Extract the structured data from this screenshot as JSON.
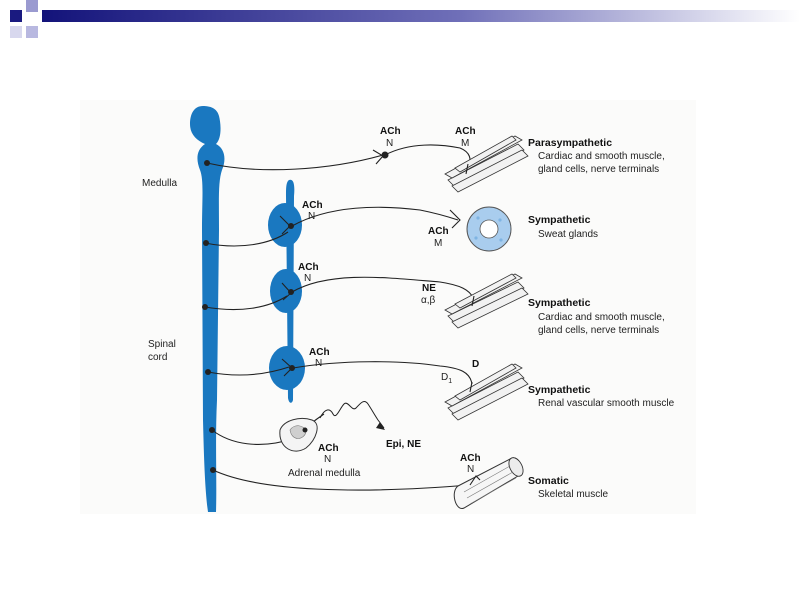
{
  "header": {
    "colors": {
      "navy": "#13137a",
      "square_dark": "#1a1a80",
      "square_light": "#9a9ad0"
    }
  },
  "diagram": {
    "colors": {
      "nerve_tissue": "#1a78c0",
      "axon": "#222222",
      "sweat_gland": "#a9cdee"
    },
    "cns_labels": {
      "medulla": "Medulla",
      "spinal": "Spinal",
      "cord": "cord"
    },
    "parasympathetic": {
      "preganglionic": {
        "transmitter": "ACh",
        "receptor": "N"
      },
      "effector_site": {
        "transmitter": "ACh",
        "receptor": "M"
      },
      "title": "Parasympathetic",
      "line1": "Cardiac and smooth muscle,",
      "line2": "gland cells, nerve terminals"
    },
    "sympathetic_sweat": {
      "ganglion": {
        "transmitter": "ACh",
        "receptor": "N"
      },
      "effector_site": {
        "transmitter": "ACh",
        "receptor": "M"
      },
      "title": "Sympathetic",
      "line1": "Sweat glands"
    },
    "sympathetic_cardiac": {
      "ganglion": {
        "transmitter": "ACh",
        "receptor": "N"
      },
      "effector_site": {
        "transmitter": "NE",
        "receptor": "α,β"
      },
      "title": "Sympathetic",
      "line1": "Cardiac and smooth muscle,",
      "line2": "gland cells, nerve terminals"
    },
    "sympathetic_renal": {
      "ganglion": {
        "transmitter": "ACh",
        "receptor": "N"
      },
      "effector_site": {
        "transmitter": "D",
        "receptor": "D",
        "receptor_subscript": "1"
      },
      "title": "Sympathetic",
      "line1": "Renal vascular smooth muscle"
    },
    "adrenal": {
      "transmitter": "ACh",
      "receptor": "N",
      "output": "Epi, NE",
      "label": "Adrenal medulla"
    },
    "somatic": {
      "effector_site": {
        "transmitter": "ACh",
        "receptor": "N"
      },
      "title": "Somatic",
      "line1": "Skeletal muscle"
    }
  }
}
